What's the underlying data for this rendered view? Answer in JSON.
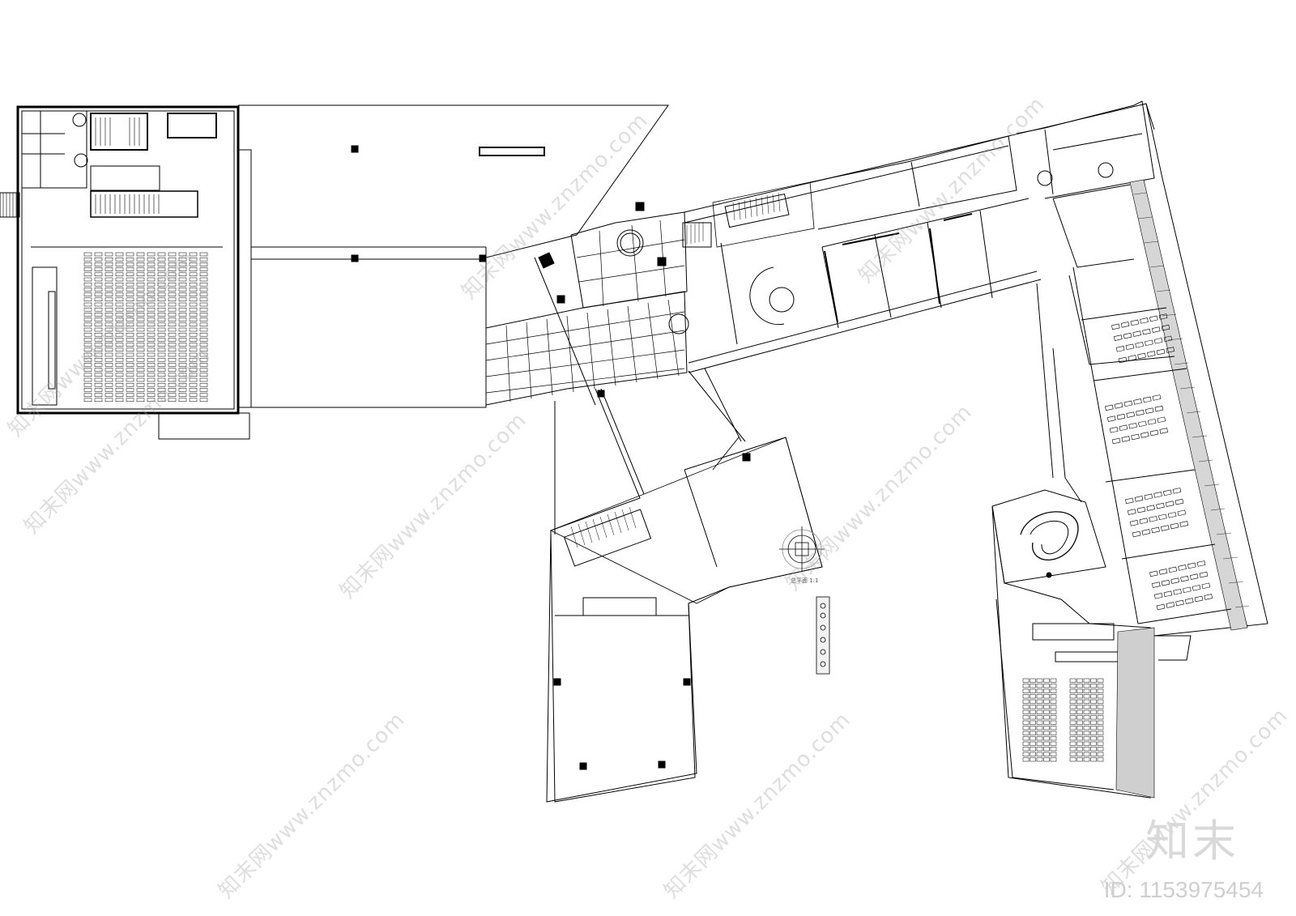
{
  "drawing": {
    "legend_label": "总平面 1:1"
  },
  "watermarks": [
    "知末网www.znzmo.com",
    "知末网www.znzmo.com",
    "知末网www.znzmo.com",
    "知末网www.znzmo.com",
    "知末网www.znzmo.com",
    "知末网www.znzmo.com",
    "知末网www.znzmo.com",
    "知末网www.znzmo.com",
    "知末网www.znzmo.com"
  ],
  "branding": {
    "logo_text": "知末",
    "id_text": "ID: 1153975454"
  }
}
